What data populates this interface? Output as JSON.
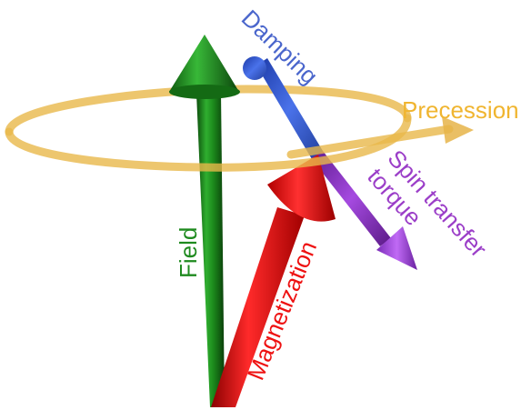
{
  "colors": {
    "field": "#1f8f1f",
    "magnetization": "#ee1111",
    "damping": "#3a5fd6",
    "spin_transfer_torque": "#8a2fc4",
    "precession": "#f0b530"
  },
  "labels": {
    "field": "Field",
    "magnetization": "Magnetization",
    "damping": "Damping",
    "precession": "Precession",
    "spin_transfer_line1": "Spin transfer",
    "spin_transfer_line2": "torque"
  }
}
